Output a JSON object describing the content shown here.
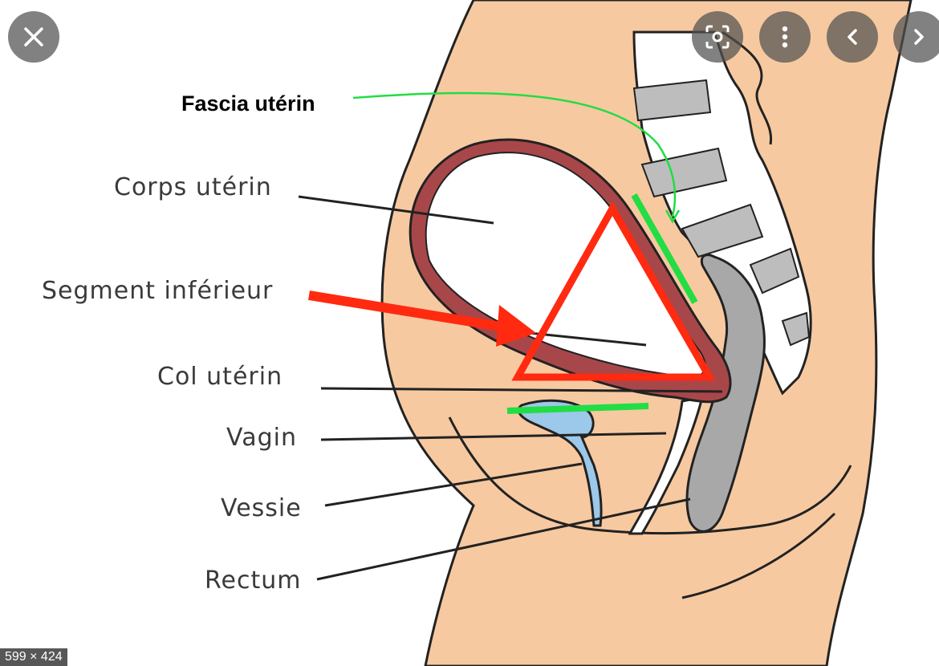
{
  "viewer": {
    "close_icon": "close-icon",
    "lens_icon": "lens-icon",
    "more_icon": "more-vertical-icon",
    "prev_icon": "chevron-left-icon",
    "next_icon": "chevron-right-icon",
    "size_badge": "599 × 424"
  },
  "diagram": {
    "labels": {
      "fascia": "Fascia utérin",
      "corps": "Corps utérin",
      "segment": "Segment inférieur",
      "col": "Col utérin",
      "vagin": "Vagin",
      "vessie": "Vessie",
      "rectum": "Rectum"
    },
    "colors": {
      "skin": "#f7c9a0",
      "uterus_wall": "#a8474a",
      "annotation_red": "#ff2a10",
      "annotation_green": "#22dd44",
      "bladder": "#9cc8ea",
      "bone": "#bdbdbd"
    }
  }
}
